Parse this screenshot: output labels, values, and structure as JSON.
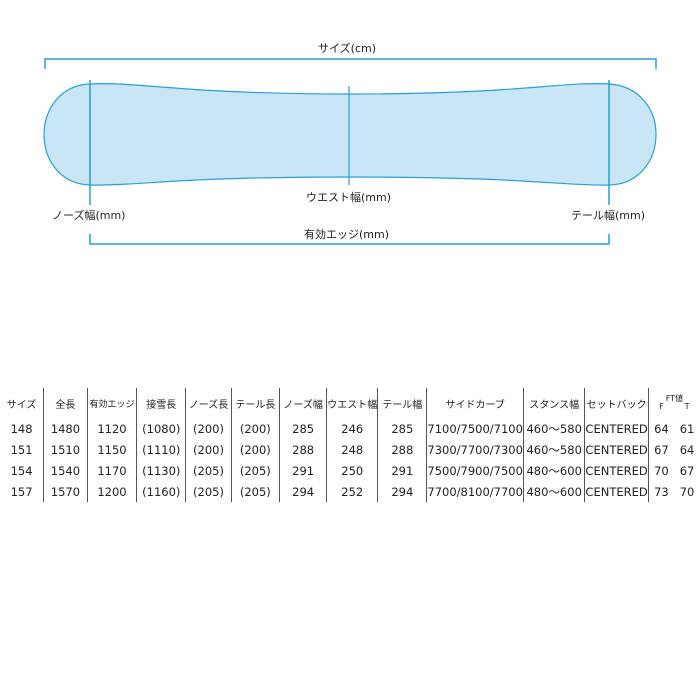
{
  "diagram": {
    "size_label": "サイズ(cm)",
    "waist_label": "ウエスト幅(mm)",
    "nose_label": "ノーズ幅(mm)",
    "tail_label": "テール幅(mm)",
    "edge_label": "有効エッジ(mm)",
    "fill_color": "#c9e6f7",
    "line_color": "#2a9fd6"
  },
  "table": {
    "headers": [
      "サイズ",
      "全長",
      "有効エッジ",
      "接雪長",
      "ノーズ長",
      "テール長",
      "ノーズ幅",
      "ウエスト幅",
      "テール幅",
      "サイドカーブ",
      "スタンス幅",
      "セットバック"
    ],
    "ft_header": {
      "title": "FT値",
      "f": "F",
      "t": "T"
    },
    "rows": [
      [
        "148",
        "1480",
        "1120",
        "(1080)",
        "(200)",
        "(200)",
        "285",
        "246",
        "285",
        "7100/7500/7100",
        "460～580",
        "CENTERED",
        "64",
        "61"
      ],
      [
        "151",
        "1510",
        "1150",
        "(1110)",
        "(200)",
        "(200)",
        "288",
        "248",
        "288",
        "7300/7700/7300",
        "460～580",
        "CENTERED",
        "67",
        "64"
      ],
      [
        "154",
        "1540",
        "1170",
        "(1130)",
        "(205)",
        "(205)",
        "291",
        "250",
        "291",
        "7500/7900/7500",
        "480～600",
        "CENTERED",
        "70",
        "67"
      ],
      [
        "157",
        "1570",
        "1200",
        "(1160)",
        "(205)",
        "(205)",
        "294",
        "252",
        "294",
        "7700/8100/7700",
        "480～600",
        "CENTERED",
        "73",
        "70"
      ]
    ]
  }
}
